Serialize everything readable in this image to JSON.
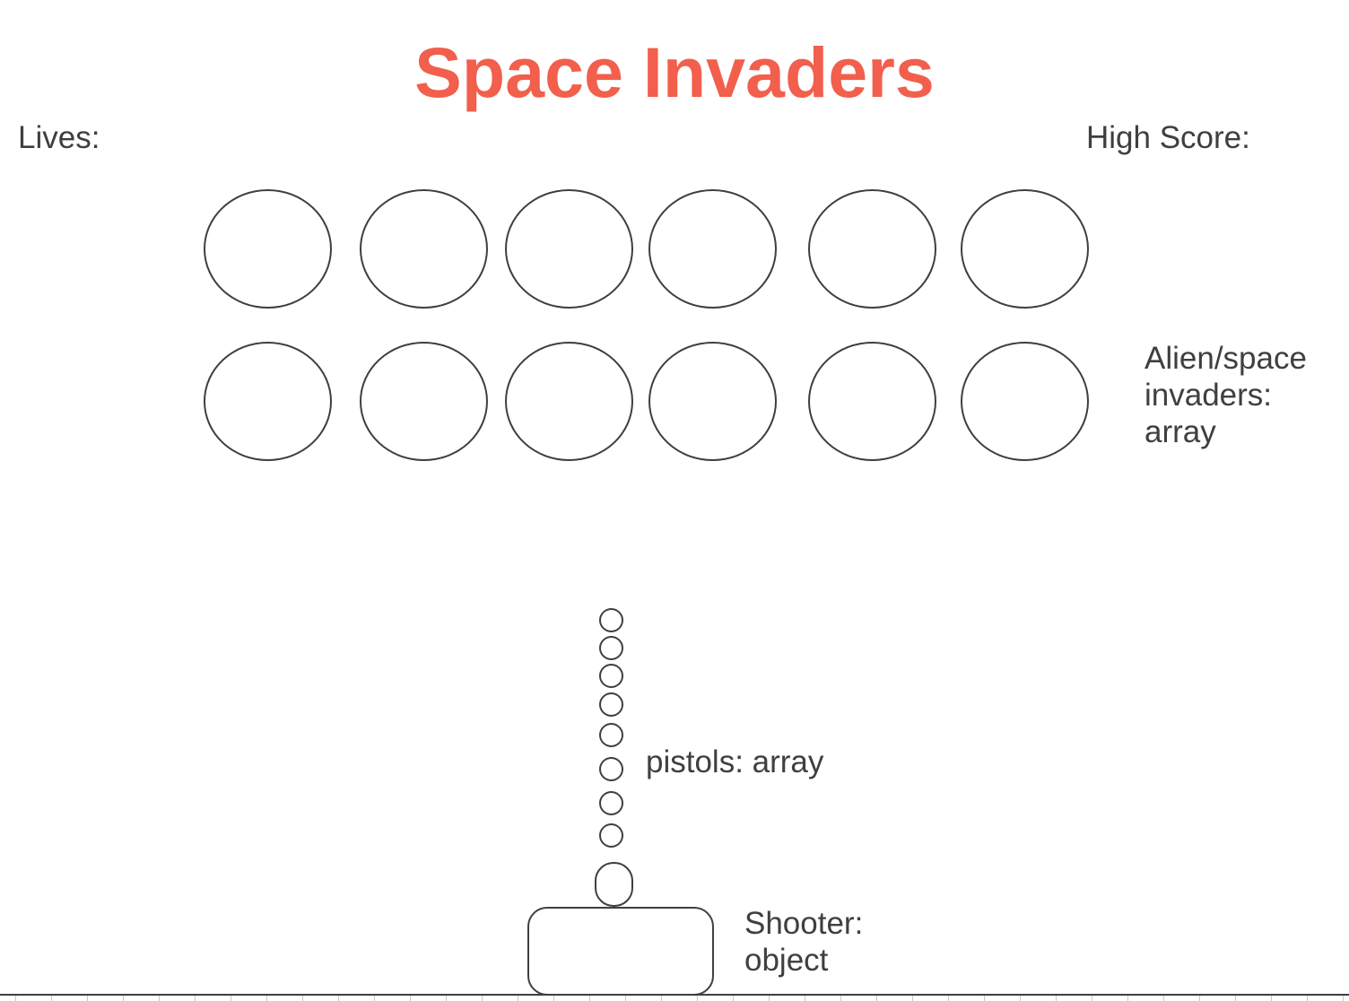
{
  "title": "Space Invaders",
  "hud": {
    "lives_label": "Lives:",
    "high_score_label": "High Score:"
  },
  "aliens": {
    "label": "Alien/space\ninvaders:\narray",
    "rows": 2,
    "per_row": 6
  },
  "pistols": {
    "label": "pistols: array",
    "count": 8
  },
  "shooter": {
    "label": "Shooter:\nobject"
  },
  "colors": {
    "title": "#f25f4c",
    "text": "#3f3f3f",
    "outline": "#3f3f3f"
  }
}
